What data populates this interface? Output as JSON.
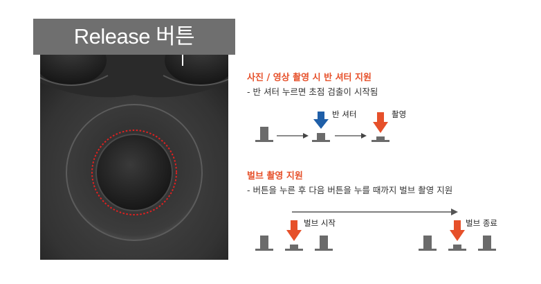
{
  "title": "Release 버튼",
  "section_half": {
    "heading": "사진 / 영상 촬영 시 반 셔터 지원",
    "description": "- 반 셔터 누르면 초점 검출이 시작됨",
    "labels": {
      "half_shutter": "반 셔터",
      "capture": "촬영"
    }
  },
  "section_bulb": {
    "heading": "벌브 촬영 지원",
    "description": "- 버튼을 누른 후 다음 버튼을 누를 때까지 벌브 촬영 지원",
    "labels": {
      "start": "벌브 시작",
      "end": "벌브 종료"
    }
  },
  "colors": {
    "accent_orange": "#e6502a",
    "accent_blue": "#1f5fa8",
    "title_bg": "#6f6f6f",
    "button_gray": "#6b6b6b",
    "highlight_red": "#e02020"
  }
}
